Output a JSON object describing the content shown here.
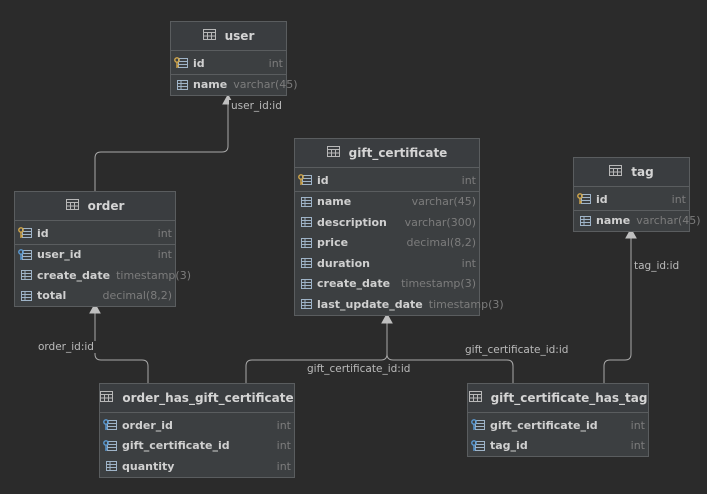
{
  "tables": {
    "user": {
      "name": "user",
      "columns": [
        {
          "name": "id",
          "type": "int",
          "icon": "primary-key-icon"
        },
        {
          "name": "name",
          "type": "varchar(45)",
          "icon": "column-icon"
        }
      ]
    },
    "gift_certificate": {
      "name": "gift_certificate",
      "columns": [
        {
          "name": "id",
          "type": "int",
          "icon": "primary-key-icon"
        },
        {
          "name": "name",
          "type": "varchar(45)",
          "icon": "column-icon"
        },
        {
          "name": "description",
          "type": "varchar(300)",
          "icon": "column-icon"
        },
        {
          "name": "price",
          "type": "decimal(8,2)",
          "icon": "column-icon"
        },
        {
          "name": "duration",
          "type": "int",
          "icon": "column-icon"
        },
        {
          "name": "create_date",
          "type": "timestamp(3)",
          "icon": "column-icon"
        },
        {
          "name": "last_update_date",
          "type": "timestamp(3)",
          "icon": "column-icon"
        }
      ]
    },
    "tag": {
      "name": "tag",
      "columns": [
        {
          "name": "id",
          "type": "int",
          "icon": "primary-key-icon"
        },
        {
          "name": "name",
          "type": "varchar(45)",
          "icon": "column-icon"
        }
      ]
    },
    "order": {
      "name": "order",
      "columns": [
        {
          "name": "id",
          "type": "int",
          "icon": "primary-key-icon"
        },
        {
          "name": "user_id",
          "type": "int",
          "icon": "foreign-key-icon"
        },
        {
          "name": "create_date",
          "type": "timestamp(3)",
          "icon": "column-icon"
        },
        {
          "name": "total",
          "type": "decimal(8,2)",
          "icon": "column-icon"
        }
      ]
    },
    "order_has_gift_certificate": {
      "name": "order_has_gift_certificate",
      "columns": [
        {
          "name": "order_id",
          "type": "int",
          "icon": "foreign-key-icon"
        },
        {
          "name": "gift_certificate_id",
          "type": "int",
          "icon": "foreign-key-icon"
        },
        {
          "name": "quantity",
          "type": "int",
          "icon": "column-icon"
        }
      ]
    },
    "gift_certificate_has_tag": {
      "name": "gift_certificate_has_tag",
      "columns": [
        {
          "name": "gift_certificate_id",
          "type": "int",
          "icon": "foreign-key-icon"
        },
        {
          "name": "tag_id",
          "type": "int",
          "icon": "foreign-key-icon"
        }
      ]
    }
  },
  "relations": {
    "order_user": "user_id:id",
    "ohgc_order": "order_id:id",
    "ohgc_gift": "gift_certificate_id:id",
    "gcht_gift": "gift_certificate_id:id",
    "gcht_tag": "tag_id:id"
  },
  "colors": {
    "background": "#2b2b2b",
    "table_bg": "#3c3f41",
    "line": "#a9a9a9",
    "key": "#d4a84a",
    "fk": "#5b9bd5"
  }
}
